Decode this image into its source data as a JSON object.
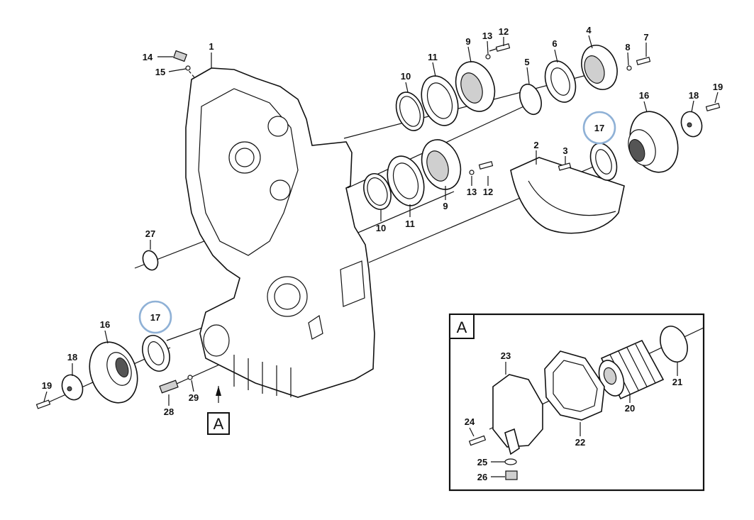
{
  "callouts": [
    {
      "id": "c1",
      "text": "1"
    },
    {
      "id": "c2",
      "text": "2"
    },
    {
      "id": "c3",
      "text": "3"
    },
    {
      "id": "c4",
      "text": "4"
    },
    {
      "id": "c5",
      "text": "5"
    },
    {
      "id": "c6",
      "text": "6"
    },
    {
      "id": "c7",
      "text": "7"
    },
    {
      "id": "c8",
      "text": "8"
    },
    {
      "id": "c9a",
      "text": "9"
    },
    {
      "id": "c9b",
      "text": "9"
    },
    {
      "id": "c10a",
      "text": "10"
    },
    {
      "id": "c10b",
      "text": "10"
    },
    {
      "id": "c11a",
      "text": "11"
    },
    {
      "id": "c11b",
      "text": "11"
    },
    {
      "id": "c12a",
      "text": "12"
    },
    {
      "id": "c12b",
      "text": "12"
    },
    {
      "id": "c13a",
      "text": "13"
    },
    {
      "id": "c13b",
      "text": "13"
    },
    {
      "id": "c14",
      "text": "14"
    },
    {
      "id": "c15",
      "text": "15"
    },
    {
      "id": "c16a",
      "text": "16"
    },
    {
      "id": "c16b",
      "text": "16"
    },
    {
      "id": "c17a",
      "text": "17"
    },
    {
      "id": "c17b",
      "text": "17"
    },
    {
      "id": "c18a",
      "text": "18"
    },
    {
      "id": "c18b",
      "text": "18"
    },
    {
      "id": "c19a",
      "text": "19"
    },
    {
      "id": "c19b",
      "text": "19"
    },
    {
      "id": "c20",
      "text": "20"
    },
    {
      "id": "c21",
      "text": "21"
    },
    {
      "id": "c22",
      "text": "22"
    },
    {
      "id": "c23",
      "text": "23"
    },
    {
      "id": "c24",
      "text": "24"
    },
    {
      "id": "c25",
      "text": "25"
    },
    {
      "id": "c26",
      "text": "26"
    },
    {
      "id": "c27",
      "text": "27"
    },
    {
      "id": "c28",
      "text": "28"
    },
    {
      "id": "c29",
      "text": "29"
    }
  ],
  "view_tag_main": "A",
  "view_tag_detail": "A",
  "colors": {
    "highlight": "#8fb1d6",
    "line": "#111111"
  }
}
